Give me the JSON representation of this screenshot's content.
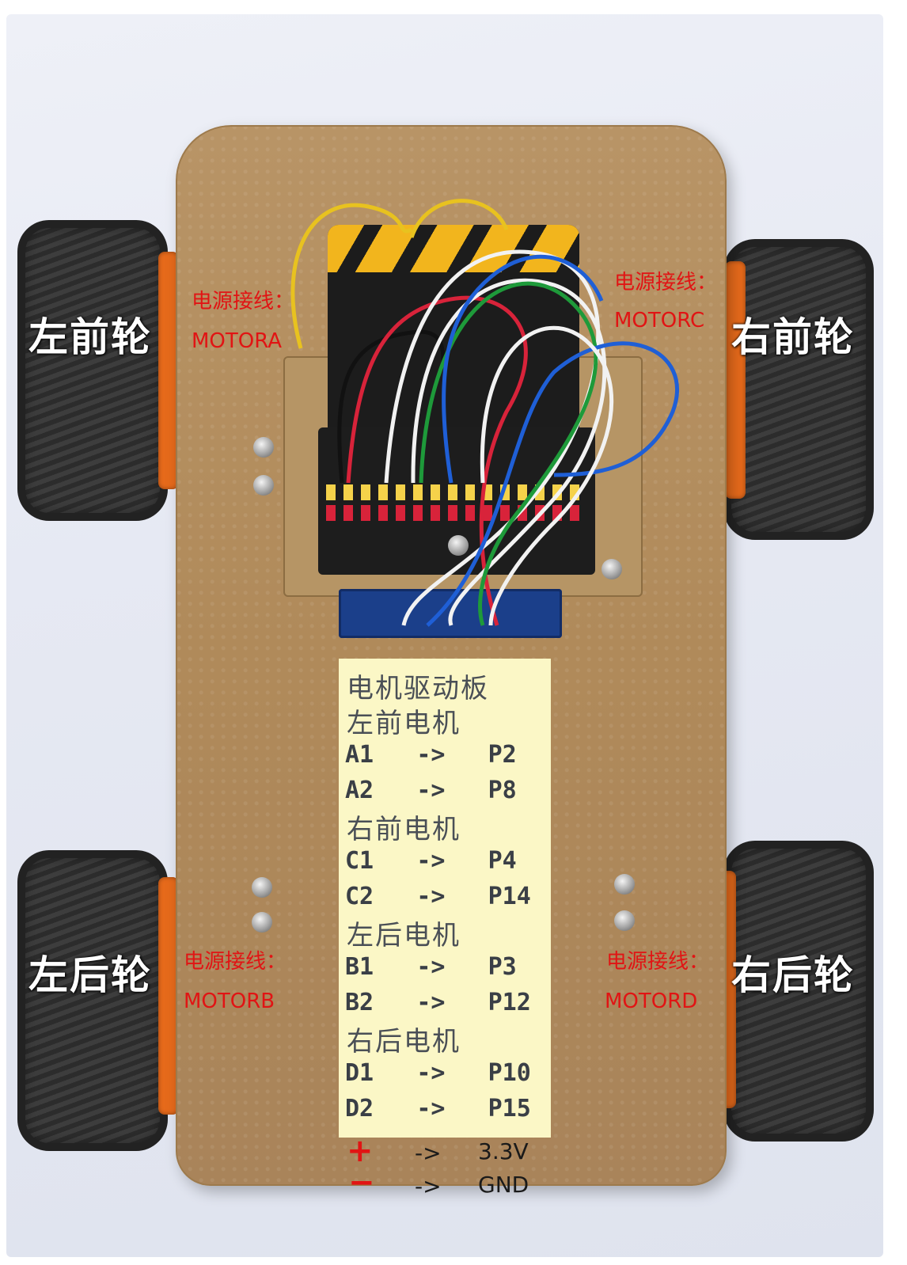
{
  "wheel_labels": {
    "front_left": "左前轮",
    "front_right": "右前轮",
    "rear_left": "左后轮",
    "rear_right": "右后轮"
  },
  "power_notes": {
    "caption": "电源接线：",
    "front_left_motor": "MOTORA",
    "front_right_motor": "MOTORC",
    "rear_left_motor": "MOTORB",
    "rear_right_motor": "MOTORD"
  },
  "wiring_table": {
    "title": "电机驱动板",
    "groups": [
      {
        "name": "左前电机",
        "rows": [
          {
            "from": "A1",
            "arrow": "->",
            "to": "P2"
          },
          {
            "from": "A2",
            "arrow": "->",
            "to": "P8"
          }
        ]
      },
      {
        "name": "右前电机",
        "rows": [
          {
            "from": "C1",
            "arrow": "->",
            "to": "P4"
          },
          {
            "from": "C2",
            "arrow": "->",
            "to": "P14"
          }
        ]
      },
      {
        "name": "左后电机",
        "rows": [
          {
            "from": "B1",
            "arrow": "->",
            "to": "P3"
          },
          {
            "from": "B2",
            "arrow": "->",
            "to": "P12"
          }
        ]
      },
      {
        "name": "右后电机",
        "rows": [
          {
            "from": "D1",
            "arrow": "->",
            "to": "P10"
          },
          {
            "from": "D2",
            "arrow": "->",
            "to": "P15"
          }
        ]
      }
    ],
    "power": [
      {
        "symbol": "+",
        "arrow": "->",
        "to": "3.3V"
      },
      {
        "symbol": "−",
        "arrow": "->",
        "to": "GND"
      }
    ]
  },
  "colors": {
    "label_red": "#e11414",
    "panel_yellow": "#fbf7c6",
    "wire_white": "#f2f2f2",
    "wire_green": "#1e9a3a",
    "wire_blue": "#1f5fd6",
    "wire_red": "#d8233a",
    "wire_black": "#111111",
    "wire_yellow": "#e8c21f"
  }
}
